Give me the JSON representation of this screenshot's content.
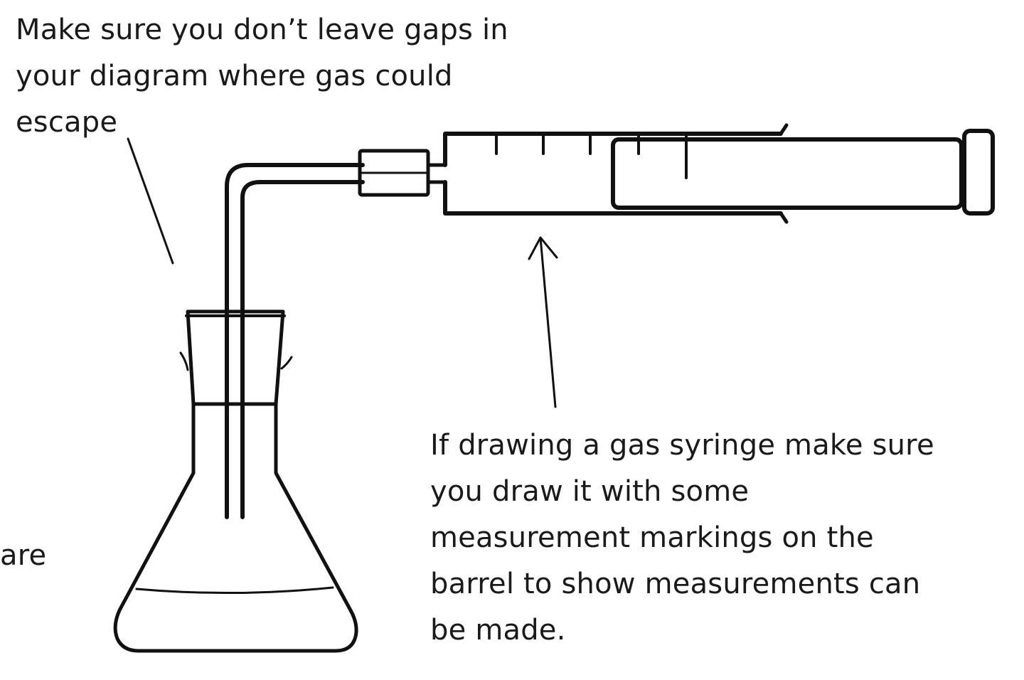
{
  "annotations": {
    "gaps_note": {
      "lines": [
        "Make sure you don’t leave gaps in",
        "your diagram where gas could",
        "escape"
      ]
    },
    "syringe_note": {
      "lines": [
        "If drawing a gas syringe make sure",
        "you draw it with some",
        "measurement markings on the",
        "barrel to show measurements can",
        "be made."
      ]
    },
    "edge_fragment": "are"
  },
  "apparatus": {
    "components": [
      "conical-flask",
      "bung",
      "delivery-tube",
      "connector",
      "gas-syringe"
    ],
    "stroke_color": "#111111",
    "background_color": "#ffffff"
  }
}
